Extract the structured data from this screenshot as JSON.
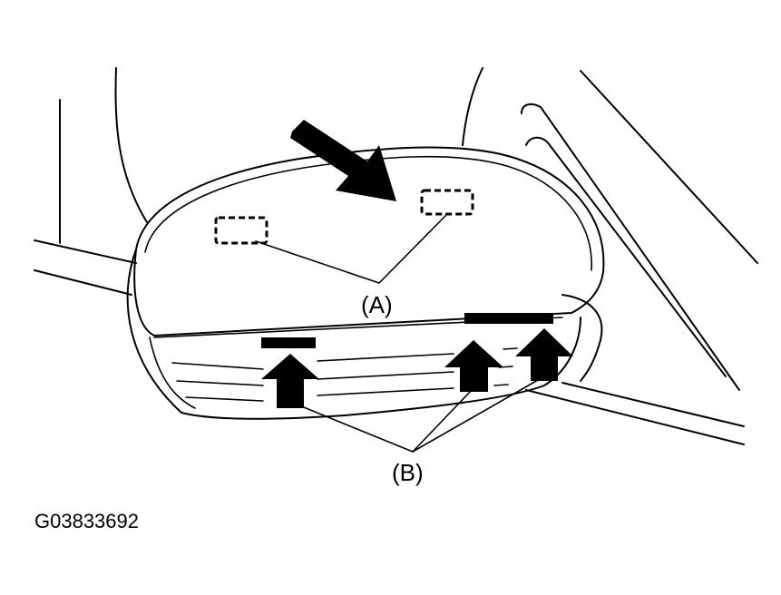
{
  "labels": {
    "clip_a": "(A)",
    "clip_b": "(B)"
  },
  "figure_id": "G03833692",
  "colors": {
    "ink": "#000000",
    "background": "#ffffff"
  },
  "icons": {
    "press_direction": "arrow-down-right-icon",
    "pry_direction": "arrow-up-icon"
  }
}
